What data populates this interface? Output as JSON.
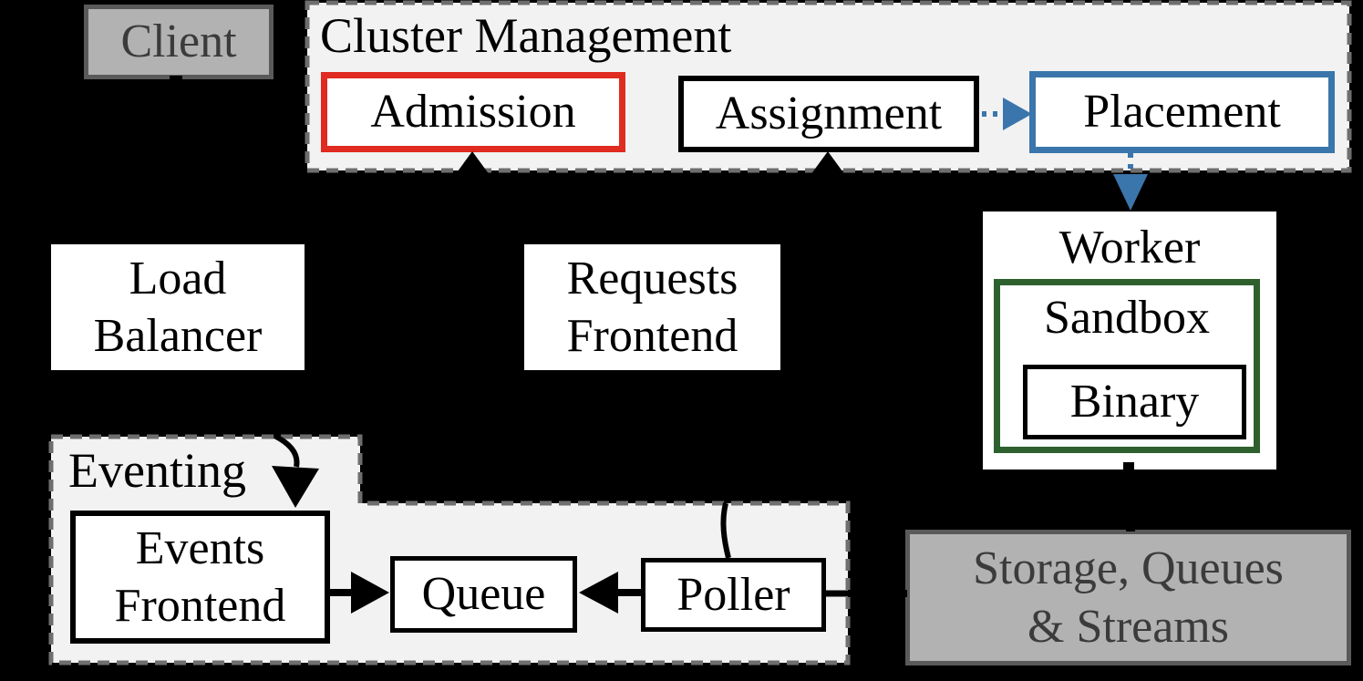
{
  "canvas": {
    "background": "#000000"
  },
  "colors": {
    "admission_border": "#e02b20",
    "placement_border": "#3a76ab",
    "sandbox_border": "#2d602d",
    "dashed_container_border": "#6e6e6e",
    "container_fill": "#f2f2f2",
    "gray_box_fill": "#b2b2b2",
    "gray_box_border": "#5a5a5a",
    "gray_box_text": "#3b3b3b",
    "component_fill": "#ffffff",
    "arrow_black": "#000000",
    "arrow_blue": "#3a76ab"
  },
  "nodes": {
    "client": {
      "label": "Client"
    },
    "cluster_management": {
      "label": "Cluster Management"
    },
    "admission": {
      "label": "Admission"
    },
    "assignment": {
      "label": "Assignment"
    },
    "placement": {
      "label": "Placement"
    },
    "load_balancer": {
      "label": "Load\nBalancer"
    },
    "requests_frontend": {
      "label": "Requests\nFrontend"
    },
    "worker": {
      "label": "Worker"
    },
    "sandbox": {
      "label": "Sandbox"
    },
    "binary": {
      "label": "Binary"
    },
    "eventing": {
      "label": "Eventing"
    },
    "events_frontend": {
      "label": "Events\nFrontend"
    },
    "queue": {
      "label": "Queue"
    },
    "poller": {
      "label": "Poller"
    },
    "storage": {
      "label": "Storage, Queues\n& Streams"
    }
  },
  "edges": [
    {
      "from": "requests_frontend",
      "to": "admission",
      "style": "black-solid-arrow-up"
    },
    {
      "from": "requests_frontend",
      "to": "assignment",
      "style": "black-solid-arrow-up"
    },
    {
      "from": "assignment",
      "to": "placement",
      "style": "blue-dotted-arrow"
    },
    {
      "from": "placement",
      "to": "worker",
      "style": "blue-dotted-arrow"
    },
    {
      "from": "client",
      "to": "load_balancer",
      "style": "black-solid"
    },
    {
      "from": "external",
      "to": "events_frontend",
      "style": "black-curved-arrow"
    },
    {
      "from": "events_frontend",
      "to": "queue",
      "style": "black-solid-arrow"
    },
    {
      "from": "poller",
      "to": "queue",
      "style": "black-solid-arrow"
    },
    {
      "from": "storage",
      "to": "poller",
      "style": "black-solid"
    },
    {
      "from": "poller",
      "to": "storage",
      "style": "black-solid"
    },
    {
      "from": "worker",
      "to": "storage",
      "style": "black-solid"
    }
  ]
}
